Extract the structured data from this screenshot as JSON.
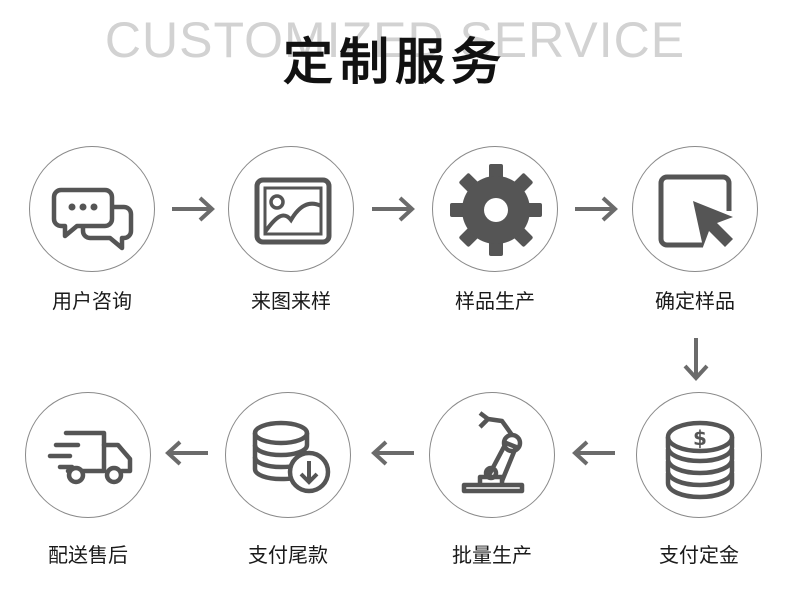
{
  "header": {
    "background_text": "CUSTOMIZED SERVICE",
    "title": "定制服务"
  },
  "steps": [
    {
      "label": "用户咨询",
      "icon": "chat-bubbles-icon"
    },
    {
      "label": "来图来样",
      "icon": "image-icon"
    },
    {
      "label": "样品生产",
      "icon": "gear-icon"
    },
    {
      "label": "确定样品",
      "icon": "cursor-select-icon"
    },
    {
      "label": "支付定金",
      "icon": "dollar-coins-icon"
    },
    {
      "label": "批量生产",
      "icon": "robot-arm-icon"
    },
    {
      "label": "支付尾款",
      "icon": "coin-stack-download-icon"
    },
    {
      "label": "配送售后",
      "icon": "delivery-truck-icon"
    }
  ],
  "colors": {
    "icon": "#555555",
    "circle_border": "#8a8a8a",
    "arrow": "#6b6b6b",
    "background_text": "#d2d2d2"
  }
}
